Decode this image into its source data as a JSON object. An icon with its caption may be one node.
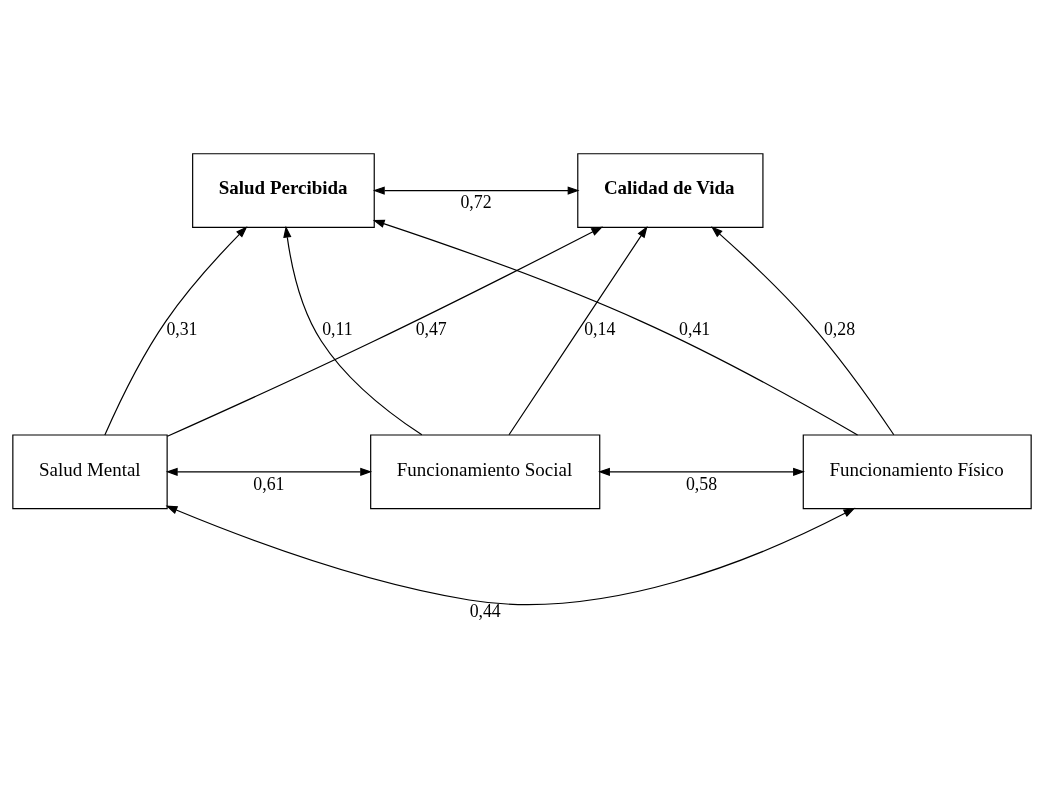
{
  "diagram": {
    "nodes": [
      {
        "text": [
          "Calidad de Vida"
        ]
      },
      {
        "text": [
          "Salud Percibida"
        ]
      },
      {
        "text": [
          "Salud Mental"
        ]
      },
      {
        "text": [
          "Funcionamiento Físico"
        ]
      },
      {
        "text": [
          "Funcionamiento Social"
        ]
      }
    ],
    "edges": [
      {
        "from": 0,
        "to": 1,
        "arrow": "both",
        "label": "0,72"
      },
      {
        "from": 2,
        "to": 0,
        "arrow": "to",
        "label": "0,47"
      },
      {
        "from": 2,
        "to": 1,
        "arrow": "to",
        "label": "0,31"
      },
      {
        "from": 3,
        "to": 0,
        "arrow": "to",
        "label": "0,28"
      },
      {
        "from": 3,
        "to": 1,
        "arrow": "to",
        "label": "0,41"
      },
      {
        "from": 4,
        "to": 0,
        "arrow": "to",
        "label": "0,14"
      },
      {
        "from": 4,
        "to": 1,
        "arrow": "to",
        "label": "0,11"
      },
      {
        "from": 2,
        "to": 3,
        "arrow": "both",
        "label": "0,44"
      },
      {
        "from": 3,
        "to": 4,
        "arrow": "both",
        "label": "0,58"
      },
      {
        "from": 2,
        "to": 4,
        "arrow": "both",
        "label": "0,61"
      }
    ]
  }
}
